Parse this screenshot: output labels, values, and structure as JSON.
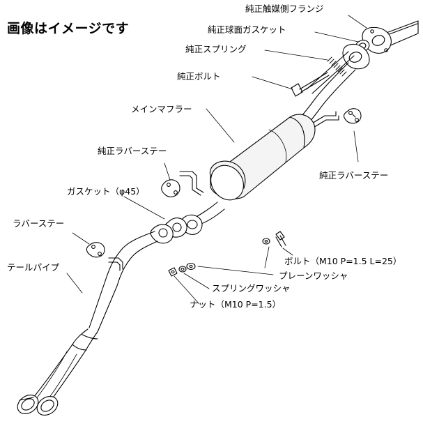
{
  "header": {
    "title": "画像はイメージです"
  },
  "parts": {
    "catalyst_flange": "純正触媒側フランジ",
    "spherical_gasket": "純正球面ガスケット",
    "spring": "純正スプリング",
    "bolt_genuine": "純正ボルト",
    "main_muffler": "メインマフラー",
    "rubber_stay_left": "純正ラバーステー",
    "rubber_stay_right": "純正ラバーステー",
    "gasket_45": "ガスケット（φ45）",
    "rubber_stay": "ラバーステー",
    "tail_pipe": "テールパイプ",
    "bolt_m10": "ボルト（M10 P=1.5 L=25）",
    "plain_washer": "プレーンワッシャ",
    "spring_washer": "スプリングワッシャ",
    "nut_m10": "ナット（M10 P=1.5）"
  },
  "colors": {
    "line": "#000000",
    "background": "#ffffff",
    "body_fill": "#f4f4f4"
  }
}
